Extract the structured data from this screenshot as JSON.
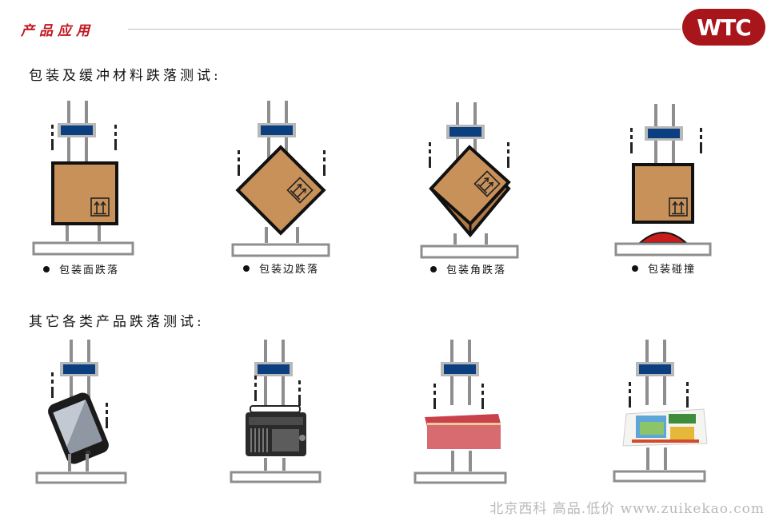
{
  "header": {
    "title": "产品应用",
    "logo_text": "WTC"
  },
  "sections": [
    {
      "title": "包装及缓冲材料跌落测试:",
      "items": [
        {
          "caption": "包装面跌落"
        },
        {
          "caption": "包装边跌落"
        },
        {
          "caption": "包装角跌落"
        },
        {
          "caption": "包装碰撞"
        }
      ]
    },
    {
      "title": "其它各类产品跌落测试:"
    }
  ],
  "watermark": "北京西科 高品.低价 www.zuikekao.com",
  "colors": {
    "brand": "#a8151b",
    "box": "#c9915a",
    "sensor": "#0b3f80",
    "frame": "#8e8e8e"
  },
  "icons": [
    "this-side-up-icon",
    "phone-icon",
    "radio-icon",
    "book-icon",
    "rice-bag-icon"
  ]
}
